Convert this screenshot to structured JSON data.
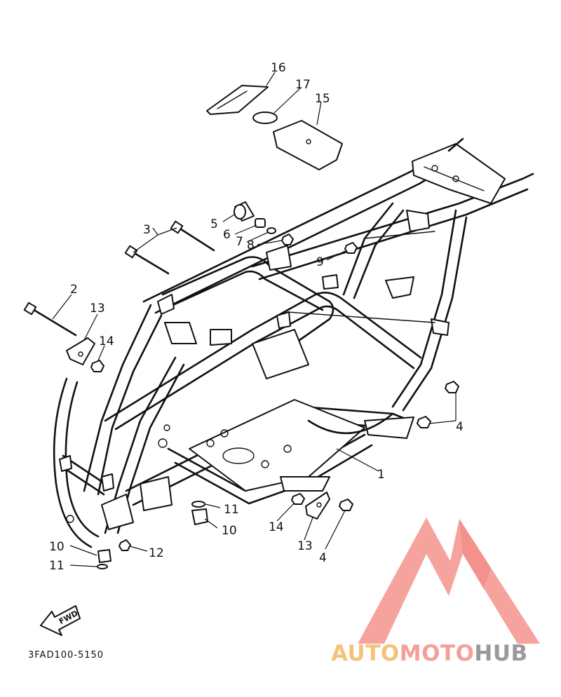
{
  "diagram": {
    "drawing_code": "3FAD100-5150",
    "fwd_label": "FWD",
    "callouts": [
      {
        "id": "c16",
        "label": "16"
      },
      {
        "id": "c17",
        "label": "17"
      },
      {
        "id": "c15",
        "label": "15"
      },
      {
        "id": "c5",
        "label": "5"
      },
      {
        "id": "c6",
        "label": "6"
      },
      {
        "id": "c7",
        "label": "7"
      },
      {
        "id": "c8",
        "label": "8"
      },
      {
        "id": "c3",
        "label": "3"
      },
      {
        "id": "c9",
        "label": "9"
      },
      {
        "id": "c2",
        "label": "2"
      },
      {
        "id": "c13a",
        "label": "13"
      },
      {
        "id": "c14a",
        "label": "14"
      },
      {
        "id": "c4a",
        "label": "4"
      },
      {
        "id": "c1",
        "label": "1"
      },
      {
        "id": "c11a",
        "label": "11"
      },
      {
        "id": "c10a",
        "label": "10"
      },
      {
        "id": "c14b",
        "label": "14"
      },
      {
        "id": "c13b",
        "label": "13"
      },
      {
        "id": "c4b",
        "label": "4"
      },
      {
        "id": "c10b",
        "label": "10"
      },
      {
        "id": "c11b",
        "label": "11"
      },
      {
        "id": "c12",
        "label": "12"
      }
    ]
  },
  "watermark": {
    "text_auto": "AUTO",
    "text_moto": "MOTO",
    "text_hub": "HUB",
    "color_auto": "#f6c27a",
    "color_moto": "#f4a09a",
    "color_hub": "#9a9a9a",
    "logo_color": "#f5948e"
  }
}
